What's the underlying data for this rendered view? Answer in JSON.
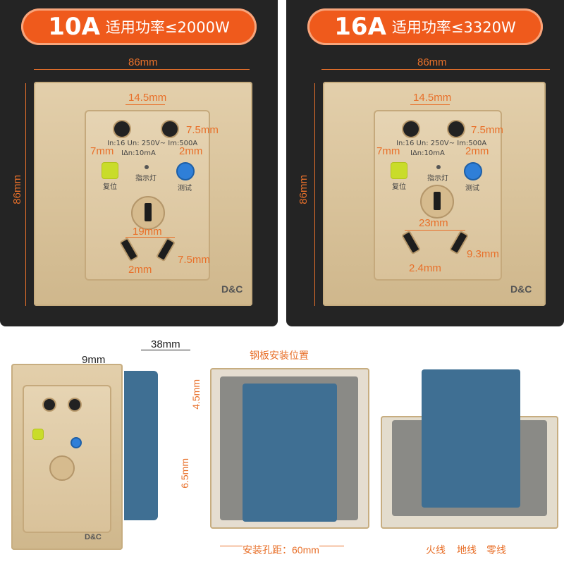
{
  "panels": [
    {
      "amp": "10A",
      "power": "适用功率≤2000W",
      "width": "86mm",
      "height": "86mm",
      "hole_spacing": "14.5mm",
      "hole_right": "7.5mm",
      "hole_left": "7mm",
      "hole_right2": "2mm",
      "bottom_spacing": "19mm",
      "bottom_left": "2mm",
      "bottom_right": "7.5mm"
    },
    {
      "amp": "16A",
      "power": "适用功率≤3320W",
      "width": "86mm",
      "height": "86mm",
      "hole_spacing": "14.5mm",
      "hole_right": "7.5mm",
      "hole_left": "7mm",
      "hole_right2": "2mm",
      "bottom_spacing": "23mm",
      "bottom_left": "2.4mm",
      "bottom_right": "9.3mm"
    }
  ],
  "plate_text": {
    "reset": "复位",
    "indicator": "指示灯",
    "test": "测试",
    "brand": "D&C",
    "spec": "In:16 Un: 250V~ Im:500A",
    "ian": "IΔn:10mA"
  },
  "side": {
    "frame": "9mm",
    "depth": "38mm"
  },
  "back": {
    "steel_position": "钢板安装位置",
    "top": "4.5mm",
    "side": "6.5mm",
    "hole_distance": "安装孔距：60mm"
  },
  "wires": {
    "live": "火线",
    "ground": "地线",
    "neutral": "零线"
  },
  "colors": {
    "accent": "#ef5a1c",
    "dim": "#e8702a",
    "panel_bg": "#242424"
  }
}
